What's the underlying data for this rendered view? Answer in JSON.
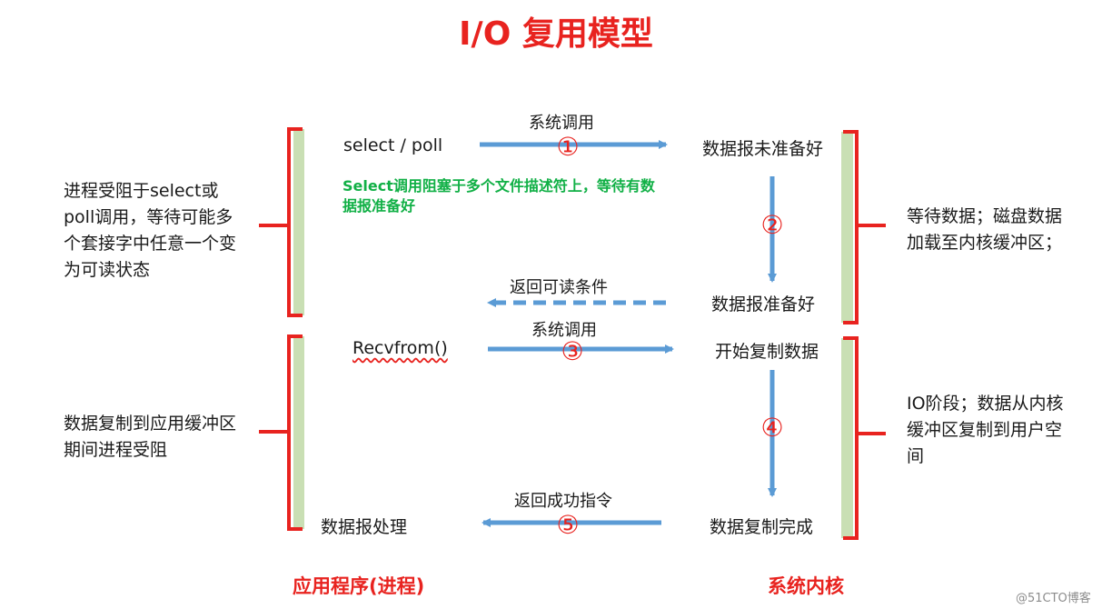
{
  "title": "I/O 复用模型",
  "app": {
    "call1": "select / poll",
    "call2": "Recvfrom()",
    "process": "数据报处理"
  },
  "kernel": {
    "not_ready": "数据报未准备好",
    "ready": "数据报准备好",
    "copy_start": "开始复制数据",
    "copy_done": "数据复制完成"
  },
  "arrows": {
    "a1_label": "系统调用",
    "a3_label": "返回可读条件",
    "a4_label": "系统调用",
    "a6_label": "返回成功指令"
  },
  "markers": [
    "①",
    "②",
    "③",
    "④",
    "⑤"
  ],
  "note": "Select调用阻塞于多个文件描述符上，等待有数据报准备好",
  "left_brace": {
    "top_text": "进程受阻于select或poll调用，等待可能多个套接字中任意一个变为可读状态",
    "bottom_text": "数据复制到应用缓冲区期间进程受阻"
  },
  "right_brace": {
    "top_text": "等待数据；磁盘数据加载至内核缓冲区；",
    "bottom_text": "IO阶段；数据从内核缓冲区复制到用户空间"
  },
  "footer": {
    "app_label": "应用程序(进程)",
    "kernel_label": "系统内核"
  },
  "watermark": "@51CTO博客",
  "colors": {
    "title": "#e8231f",
    "arrow": "#5b9bd5",
    "brace": "#e8231f",
    "bar": "#c9dfb4",
    "note": "#11b046",
    "marker": "#e8231f"
  }
}
